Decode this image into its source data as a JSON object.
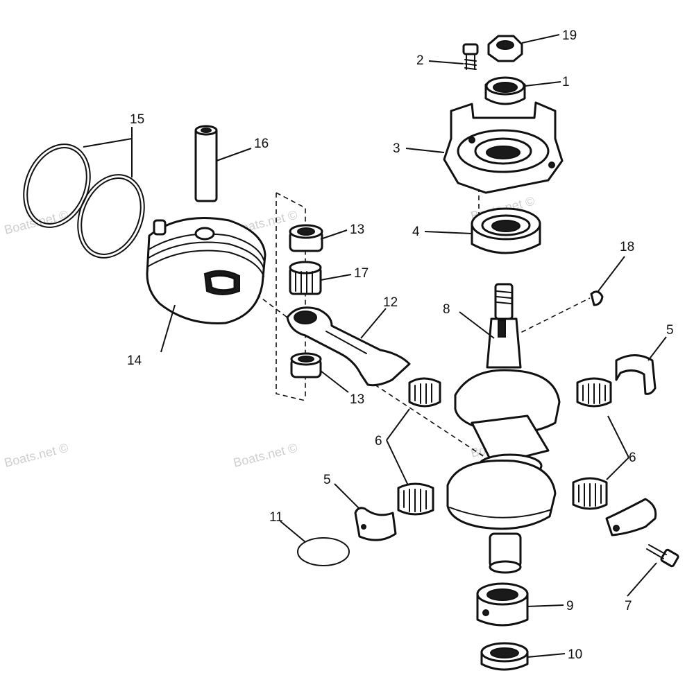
{
  "callouts": {
    "c1": "1",
    "c2": "2",
    "c3": "3",
    "c4": "4",
    "c5a": "5",
    "c5b": "5",
    "c6a": "6",
    "c6b": "6",
    "c7": "7",
    "c8": "8",
    "c9": "9",
    "c10": "10",
    "c11": "11",
    "c12": "12",
    "c13a": "13",
    "c13b": "13",
    "c14": "14",
    "c15": "15",
    "c16": "16",
    "c17": "17",
    "c18": "18",
    "c19": "19"
  },
  "watermark": "Boats.net ©",
  "colors": {
    "ink": "#111111",
    "watermark": "#cfcfcf",
    "background": "#ffffff"
  }
}
